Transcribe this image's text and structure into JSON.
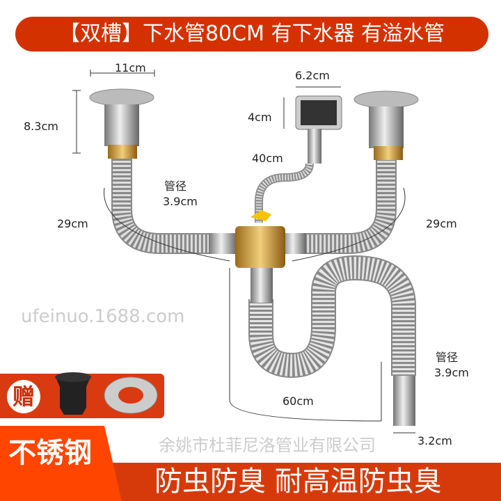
{
  "header": {
    "title": "【双槽】下水管80CM 有下水器 有溢水管"
  },
  "dimensions": {
    "drain_width": "11cm",
    "drain_height": "8.3cm",
    "overflow_width": "6.2cm",
    "overflow_height": "4cm",
    "overflow_hose": "40cm",
    "left_pipe_diameter_label": "管径",
    "left_pipe_diameter": "3.9cm",
    "left_length": "29cm",
    "right_length": "29cm",
    "outlet_diameter_label": "管径",
    "outlet_diameter": "3.9cm",
    "drain_length": "60cm",
    "tail_diameter": "3.2cm"
  },
  "gift": {
    "label": "赠"
  },
  "watermark": {
    "company": "余姚市杜菲尼洛管业有限公司",
    "url": "ufeinuo.1688.com"
  },
  "footer": {
    "material": "不锈钢",
    "slogan": "防虫防臭 耐高温防虫臭"
  },
  "colors": {
    "header": "#d33200",
    "tab": "#ff4500",
    "bar": "#d63a0b"
  }
}
